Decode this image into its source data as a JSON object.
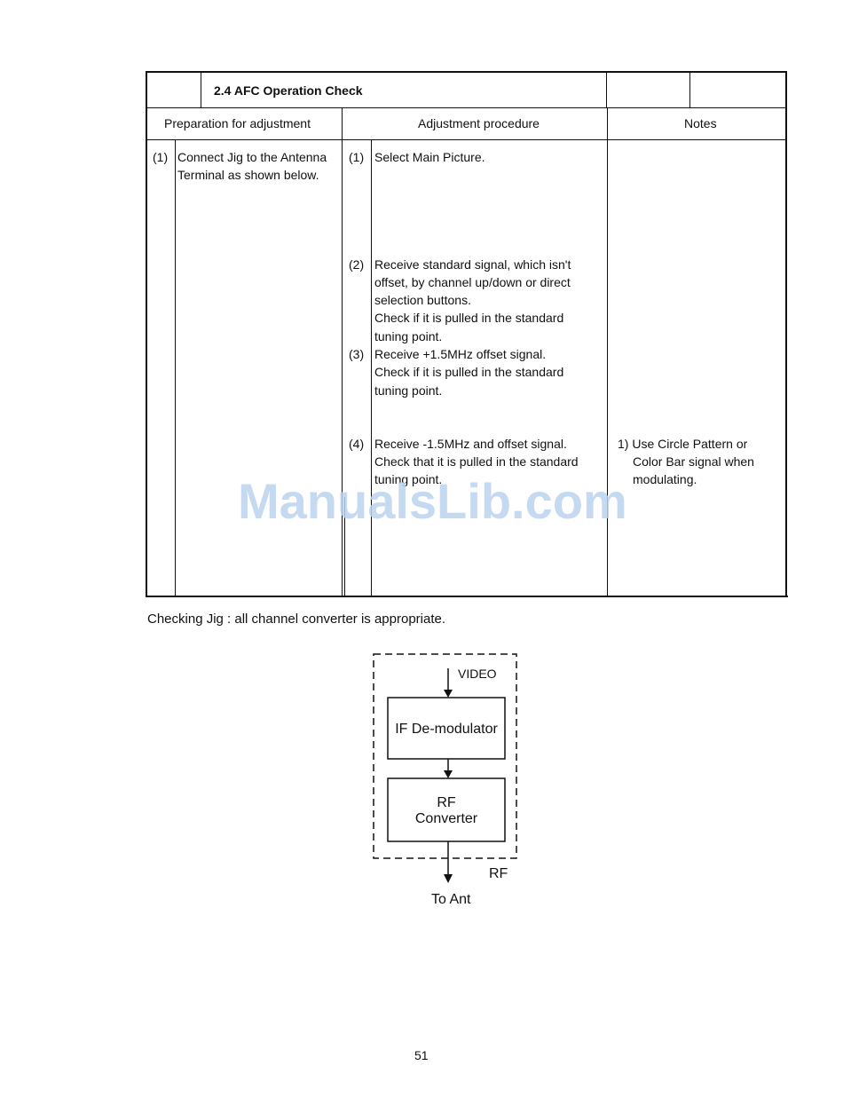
{
  "section_title": "2.4  AFC Operation Check",
  "headers": {
    "preparation": "Preparation for adjustment",
    "procedure": "Adjustment procedure",
    "notes": "Notes"
  },
  "preparation": {
    "num": "(1)",
    "lines": [
      "Connect Jig to the Antenna",
      "Terminal as shown below."
    ]
  },
  "procedure": [
    {
      "num": "(1)",
      "lines": [
        "Select Main Picture."
      ]
    },
    {
      "num": "(2)",
      "lines": [
        "Receive standard signal, which isn't",
        "offset, by channel up/down or direct",
        "selection buttons.",
        "Check if it is pulled in the standard",
        "tuning point."
      ]
    },
    {
      "num": "(3)",
      "lines": [
        "Receive +1.5MHz offset signal.",
        "Check if it is pulled in the standard",
        "tuning point."
      ]
    },
    {
      "num": "(4)",
      "lines": [
        "Receive -1.5MHz and offset signal.",
        "Check that it is pulled in the standard",
        "tuning point."
      ]
    }
  ],
  "notes": {
    "lines": [
      "1) Use Circle Pattern or",
      "Color Bar signal when",
      "modulating."
    ]
  },
  "caption": "Checking Jig : all channel converter is appropriate.",
  "diagram": {
    "video_label": "VIDEO",
    "block1": "IF De-modulator",
    "block2_line1": "RF",
    "block2_line2": "Converter",
    "rf_label": "RF",
    "output_label": "To Ant"
  },
  "watermark": "ManualsLib.com",
  "page_number": "51"
}
